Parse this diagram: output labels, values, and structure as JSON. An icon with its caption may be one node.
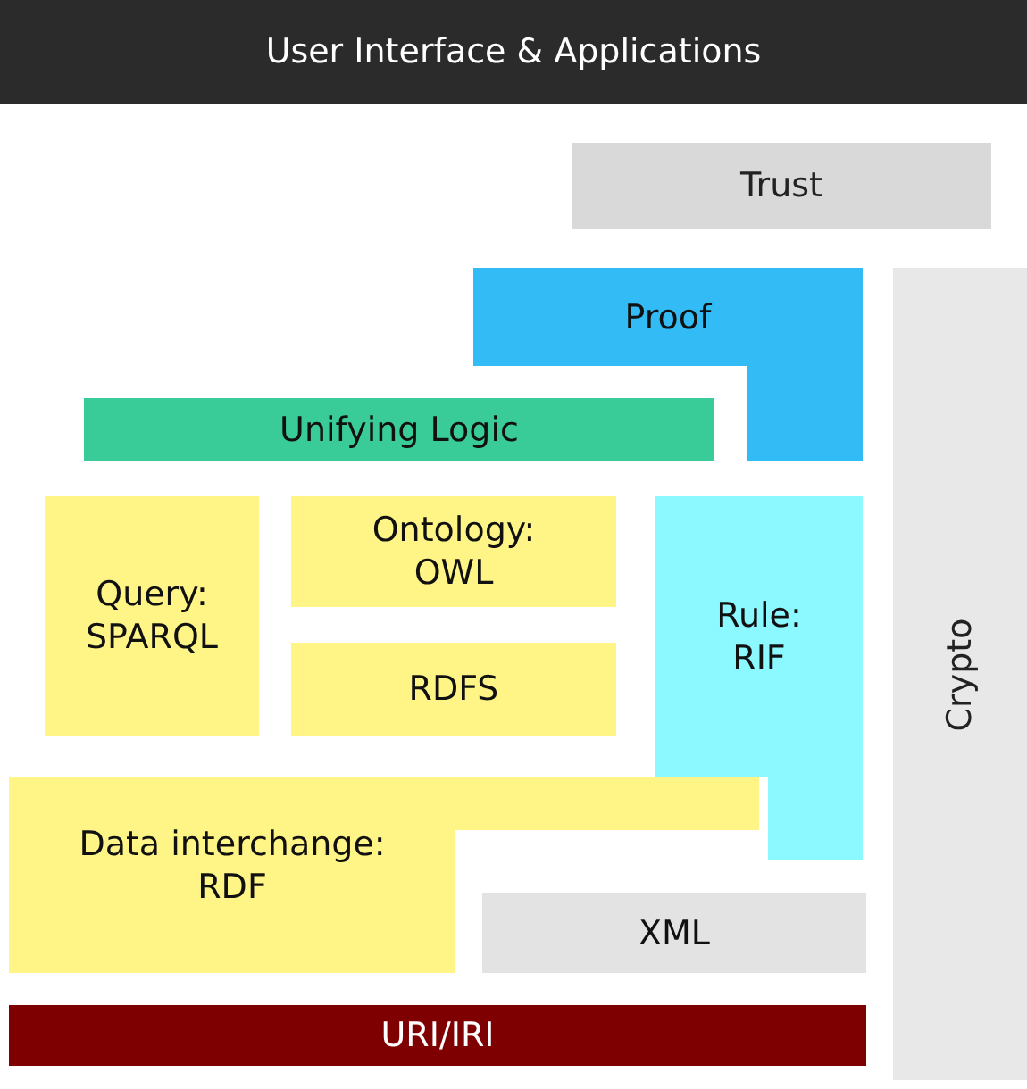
{
  "diagram": {
    "nodes": [
      {
        "text": [
          "User Interface & Applications"
        ]
      },
      {
        "text": [
          "Trust"
        ]
      },
      {
        "text": [
          "Proof"
        ]
      },
      {
        "text": [
          "Crypto"
        ]
      },
      {
        "text": [
          "Unifying Logic"
        ]
      },
      {
        "text": [
          "Query: SPARQL"
        ]
      },
      {
        "text": [
          "Ontology: OWL"
        ]
      },
      {
        "text": [
          "RDFS"
        ]
      },
      {
        "text": [
          "Rule: RIF"
        ]
      },
      {
        "text": [
          "Data interchange: RDF"
        ]
      },
      {
        "text": [
          "XML"
        ]
      },
      {
        "text": [
          "URI/IRI"
        ]
      }
    ]
  }
}
